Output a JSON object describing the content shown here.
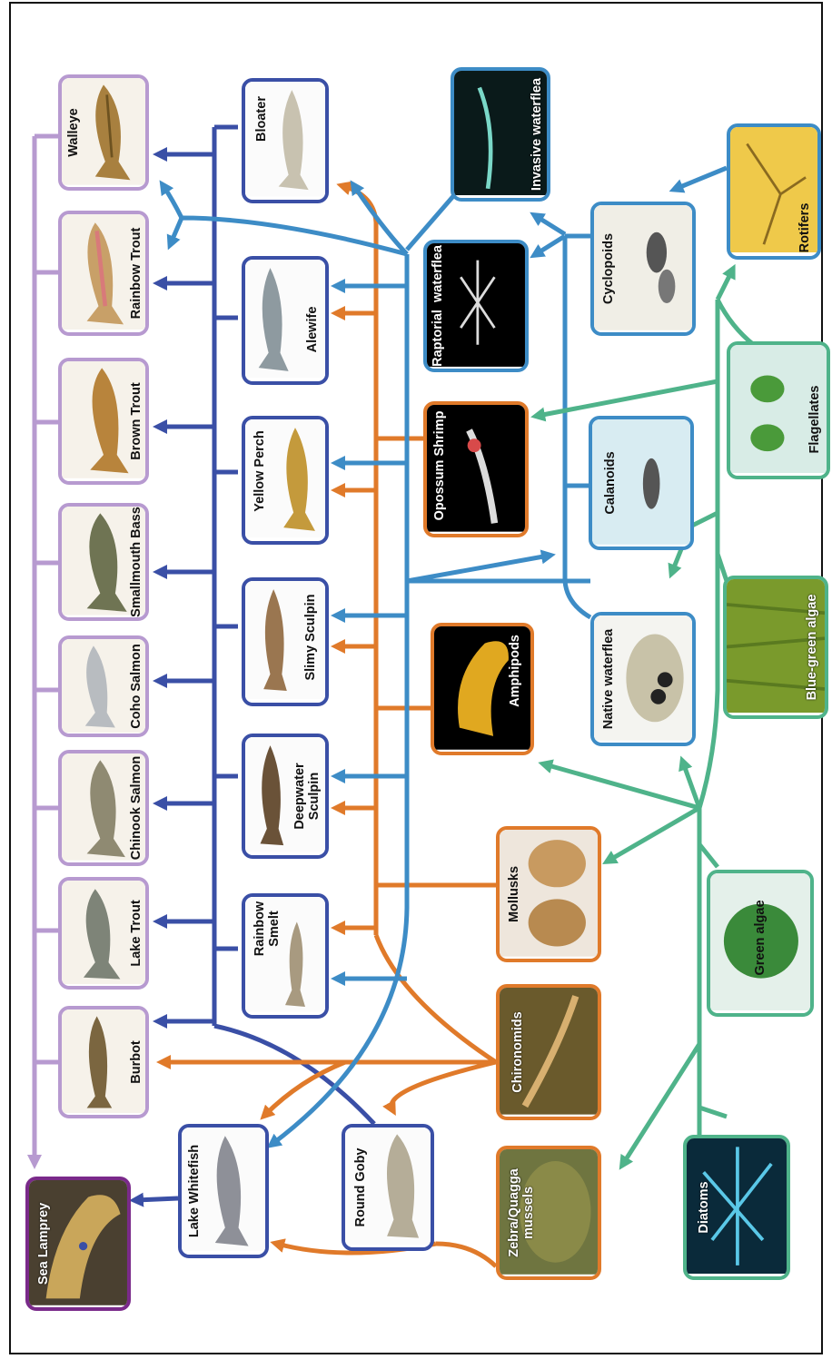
{
  "colors": {
    "predator_fish": "#b79ad0",
    "forage_fish": "#3a4fa6",
    "invertebrate": "#e07a2a",
    "zooplankton": "#3d8cc6",
    "phytoplankton": "#4fb38a",
    "lamprey": "#7a2a8a"
  },
  "nodes": {
    "walleye": {
      "label": "Walleye"
    },
    "rainbow_trout": {
      "label": "Rainbow Trout"
    },
    "brown_trout": {
      "label": "Brown Trout"
    },
    "smallmouth_bass": {
      "label": "Smallmouth Bass"
    },
    "coho_salmon": {
      "label": "Coho Salmon"
    },
    "chinook_salmon": {
      "label": "Chinook Salmon"
    },
    "lake_trout": {
      "label": "Lake Trout"
    },
    "burbot": {
      "label": "Burbot"
    },
    "sea_lamprey": {
      "label": "Sea Lamprey"
    },
    "bloater": {
      "label": "Bloater"
    },
    "alewife": {
      "label": "Alewife"
    },
    "yellow_perch": {
      "label": "Yellow Perch"
    },
    "slimy_sculpin": {
      "label": "Slimy Sculpin"
    },
    "deepwater_sculpin": {
      "label": "Deepwater\nSculpin"
    },
    "rainbow_smelt": {
      "label": "Rainbow\nSmelt"
    },
    "lake_whitefish": {
      "label": "Lake Whitefish"
    },
    "round_goby": {
      "label": "Round Goby"
    },
    "invasive_waterflea": {
      "label": "Invasive waterflea"
    },
    "raptorial_waterflea": {
      "label": "Raptorial  waterflea"
    },
    "opossum_shrimp": {
      "label": "Opossum Shrimp"
    },
    "amphipods": {
      "label": "Amphipods"
    },
    "mollusks": {
      "label": "Mollusks"
    },
    "chironomids": {
      "label": "Chironomids"
    },
    "zebra_quagga_mussels": {
      "label": "Zebra/Quagga\nmussels"
    },
    "cyclopoids": {
      "label": "Cyclopoids"
    },
    "calanoids": {
      "label": "Calanoids"
    },
    "native_waterflea": {
      "label": "Native waterflea"
    },
    "rotifers": {
      "label": "Rotifers"
    },
    "flagellates": {
      "label": "Flagellates"
    },
    "blue_green_algae": {
      "label": "Blue-green algae"
    },
    "green_algae": {
      "label": "Green algae"
    },
    "diatoms": {
      "label": "Diatoms"
    }
  }
}
